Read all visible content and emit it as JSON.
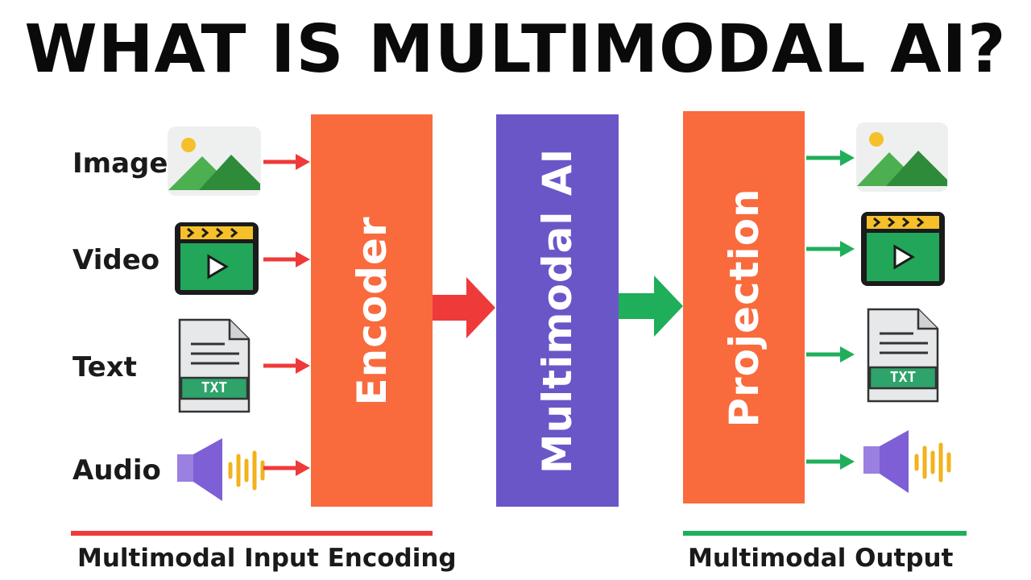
{
  "title": "WHAT IS MULTIMODAL AI?",
  "inputs": [
    {
      "label": "Image",
      "icon": "image-icon"
    },
    {
      "label": "Video",
      "icon": "video-icon"
    },
    {
      "label": "Text",
      "icon": "text-file-icon"
    },
    {
      "label": "Audio",
      "icon": "audio-icon"
    }
  ],
  "blocks": {
    "encoder": "Encoder",
    "core": "Multimodal AI",
    "projection": "Projection"
  },
  "captions": {
    "input": "Multimodal Input Encoding",
    "output": "Multimodal Output"
  },
  "file_badge": "TXT",
  "colors": {
    "encoder": "#f96a3d",
    "core": "#6b56c8",
    "projection": "#f96a3d",
    "input_arrow": "#ef3a3a",
    "output_arrow": "#1fae5a",
    "image_green": "#3fa34d",
    "video_green": "#22a65a",
    "audio_purple": "#7e5fd6",
    "audio_bars": "#f2b21c"
  }
}
